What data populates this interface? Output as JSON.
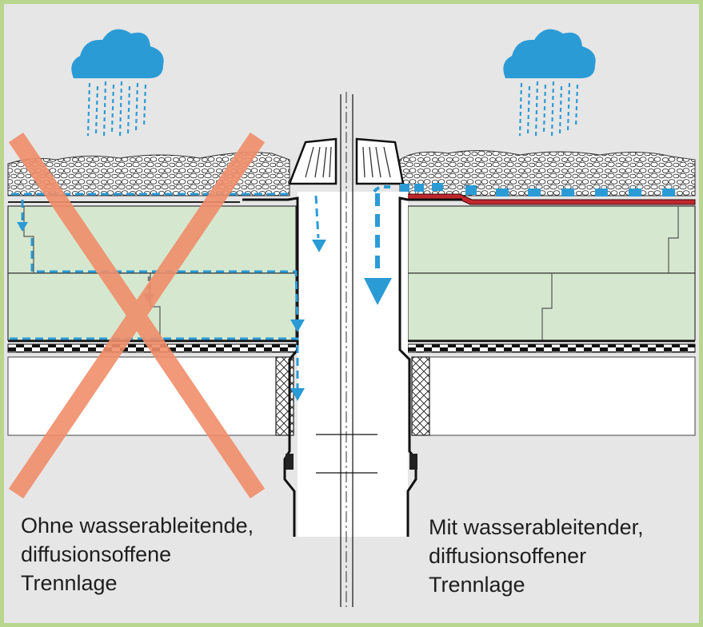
{
  "captions": {
    "left": [
      "Ohne wasserableitende,",
      "diffusionsoffene",
      "Trennlage"
    ],
    "right": [
      "Mit wasserableitender,",
      "diffusionsoffener",
      "Trennlage"
    ]
  },
  "colors": {
    "frame_border": "#b9d68f",
    "background": "#e6e6e6",
    "insulation": "#d5e8cf",
    "water_arrows": "#2b9bd6",
    "cross_mark": "#f08e6a",
    "separation_layer": "#c0272d",
    "rain_cloud": "#2b9bd6"
  },
  "icons": [
    "rain-cloud-icon",
    "rain-cloud-icon",
    "cross-out-icon",
    "water-flow-arrow-icon"
  ]
}
